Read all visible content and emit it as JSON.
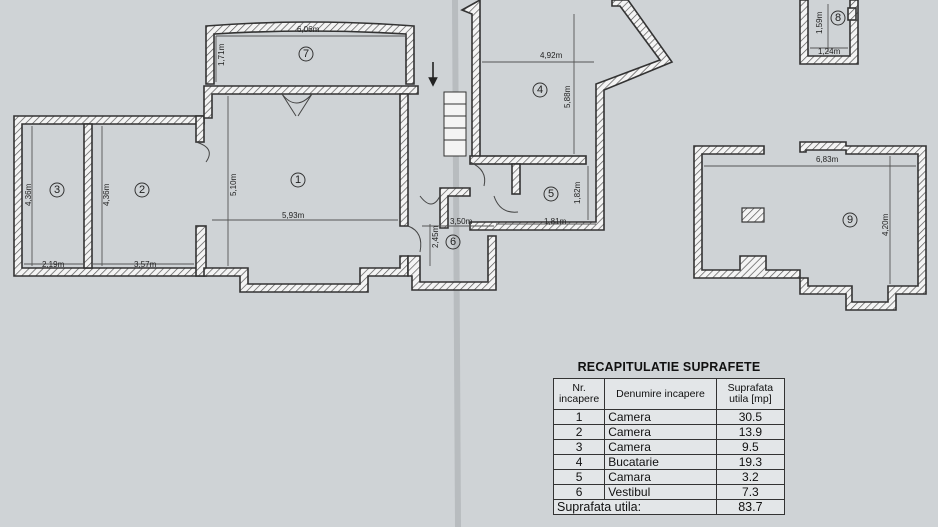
{
  "rooms": [
    {
      "id": "1"
    },
    {
      "id": "2"
    },
    {
      "id": "3"
    },
    {
      "id": "4"
    },
    {
      "id": "5"
    },
    {
      "id": "6"
    },
    {
      "id": "7"
    },
    {
      "id": "8"
    },
    {
      "id": "9"
    }
  ],
  "dimensions": {
    "d_606": "6,06m",
    "d_171": "1,71m",
    "d_492": "4,92m",
    "d_588": "5,88m",
    "d_510": "5,10m",
    "d_593": "5,93m",
    "d_436a": "4,36m",
    "d_436b": "4,36m",
    "d_219": "2,19m",
    "d_357": "3,57m",
    "d_245": "2,45m",
    "d_350": "3,50m",
    "d_181": "1,81m",
    "d_182": "1,82m",
    "d_683": "6,83m",
    "d_420": "4,20m",
    "d_159": "1,59m",
    "d_124": "1,24m"
  },
  "summary": {
    "title": "RECAPITULATIE SUPRAFETE",
    "headers": {
      "nr": "Nr. incapere",
      "name": "Denumire incapere",
      "area": "Suprafata utila [mp]"
    },
    "rows": [
      {
        "nr": "1",
        "name": "Camera",
        "area": "30.5"
      },
      {
        "nr": "2",
        "name": "Camera",
        "area": "13.9"
      },
      {
        "nr": "3",
        "name": "Camera",
        "area": "9.5"
      },
      {
        "nr": "4",
        "name": "Bucatarie",
        "area": "19.3"
      },
      {
        "nr": "5",
        "name": "Camara",
        "area": "3.2"
      },
      {
        "nr": "6",
        "name": "Vestibul",
        "area": "7.3"
      }
    ],
    "total_label": "Suprafata utila:",
    "total_value": "83.7"
  }
}
